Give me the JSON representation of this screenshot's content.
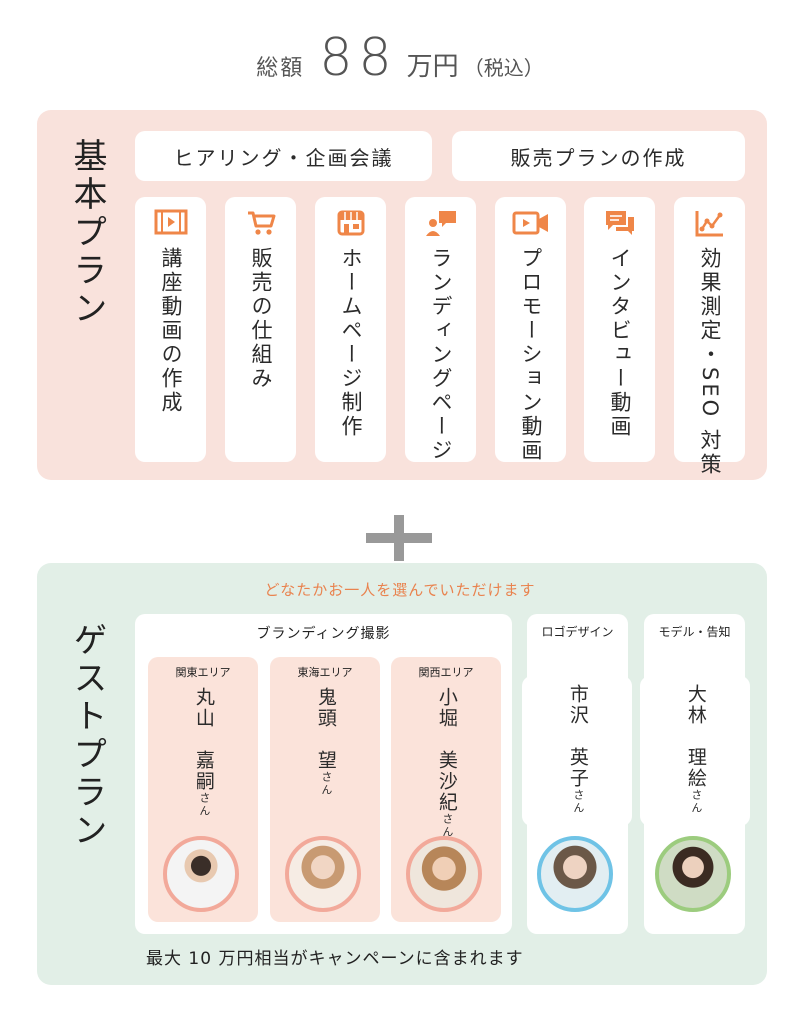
{
  "price": {
    "label": "総額",
    "amount": "88",
    "unit": "万円",
    "tax": "（税込）"
  },
  "basic": {
    "title": "基本プラン",
    "top_boxes": [
      "ヒアリング・企画会議",
      "販売プランの作成"
    ],
    "items": [
      {
        "label": "講座動画の作成",
        "icon": "video-icon"
      },
      {
        "label": "販売の仕組み",
        "icon": "cart-icon"
      },
      {
        "label": "ホームページ制作",
        "icon": "storefront-icon"
      },
      {
        "label": "ランディングページ",
        "icon": "user-chat-icon"
      },
      {
        "label": "プロモーション動画",
        "icon": "video-camera-icon"
      },
      {
        "label": "インタビュー動画",
        "icon": "chat-bubbles-icon"
      },
      {
        "label": "効果測定・SEO 対策",
        "icon": "analytics-icon"
      }
    ]
  },
  "guest": {
    "title": "ゲストプラン",
    "note": "どなたかお一人を選んでいただけます",
    "branding_title": "ブランディング撮影",
    "logo_title": "ロゴデザイン",
    "model_title": "モデル・告知",
    "people": [
      {
        "region": "関東エリア",
        "name": "丸山　嘉嗣",
        "san": "さん",
        "ring": "#f2a99a"
      },
      {
        "region": "東海エリア",
        "name": "鬼頭　望",
        "san": "さん",
        "ring": "#f2a99a"
      },
      {
        "region": "関西エリア",
        "name": "小堀　美沙紀",
        "san": "さん",
        "ring": "#f2a99a"
      },
      {
        "region": "",
        "name": "市沢　英子",
        "san": "さん",
        "ring": "#6fc3e6"
      },
      {
        "region": "",
        "name": "大林　理絵",
        "san": "さん",
        "ring": "#9ccc7e"
      }
    ],
    "bottom": "最大 10 万円相当がキャンペーンに含まれます"
  },
  "colors": {
    "accent": "#ef8648",
    "basic_bg": "#f9e2dc",
    "guest_bg": "#e2efe7",
    "plus": "#999999"
  }
}
